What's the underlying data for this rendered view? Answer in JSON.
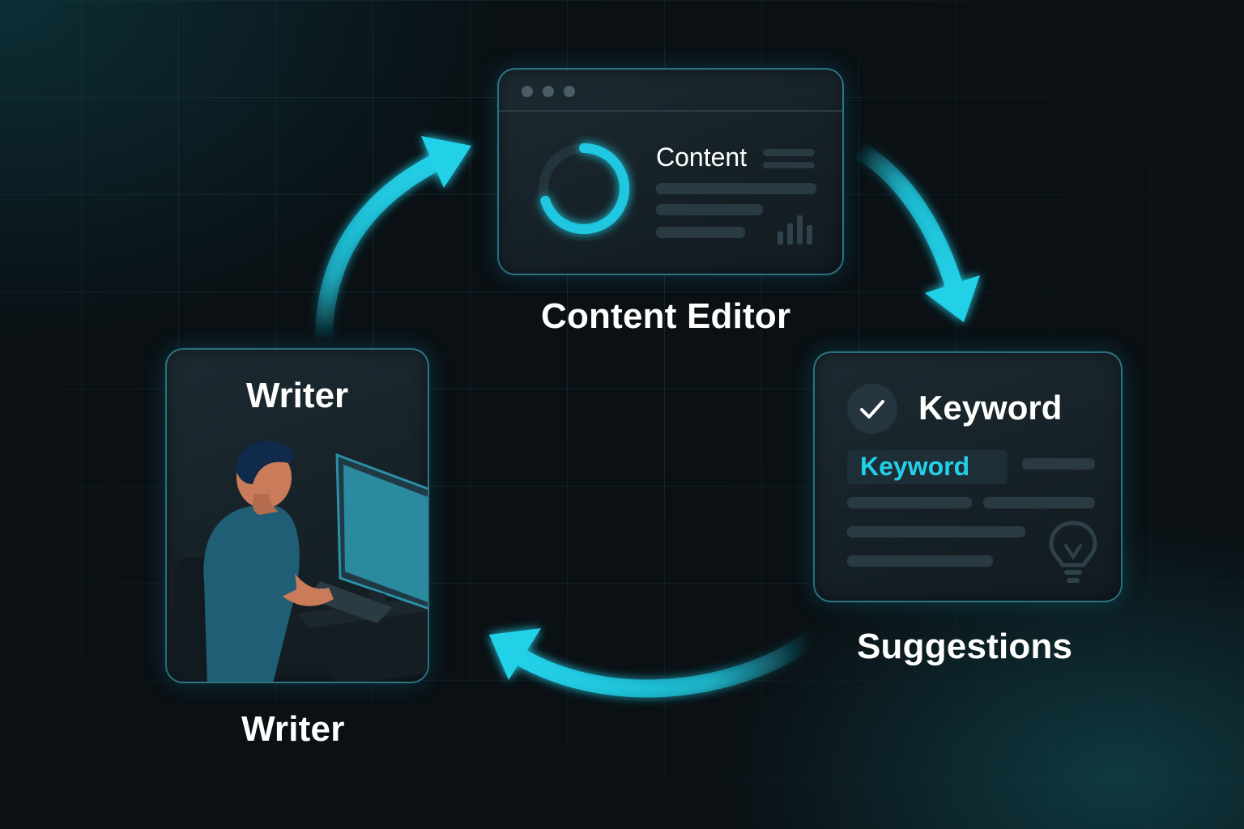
{
  "colors": {
    "accent": "#1fc8e0",
    "background": "#0a1014",
    "card_border": "#3cb4c8",
    "text": "#ffffff"
  },
  "editor": {
    "card_title": "Content",
    "caption": "Content Editor"
  },
  "suggestions": {
    "card_title": "Keyword",
    "highlight_keyword": "Keyword",
    "caption": "Suggestions",
    "check_icon": "check-icon",
    "bulb_icon": "lightbulb-icon"
  },
  "writer": {
    "card_title": "Writer",
    "caption": "Writer"
  },
  "arrows": [
    "writer-to-editor",
    "editor-to-suggestions",
    "suggestions-to-writer"
  ]
}
